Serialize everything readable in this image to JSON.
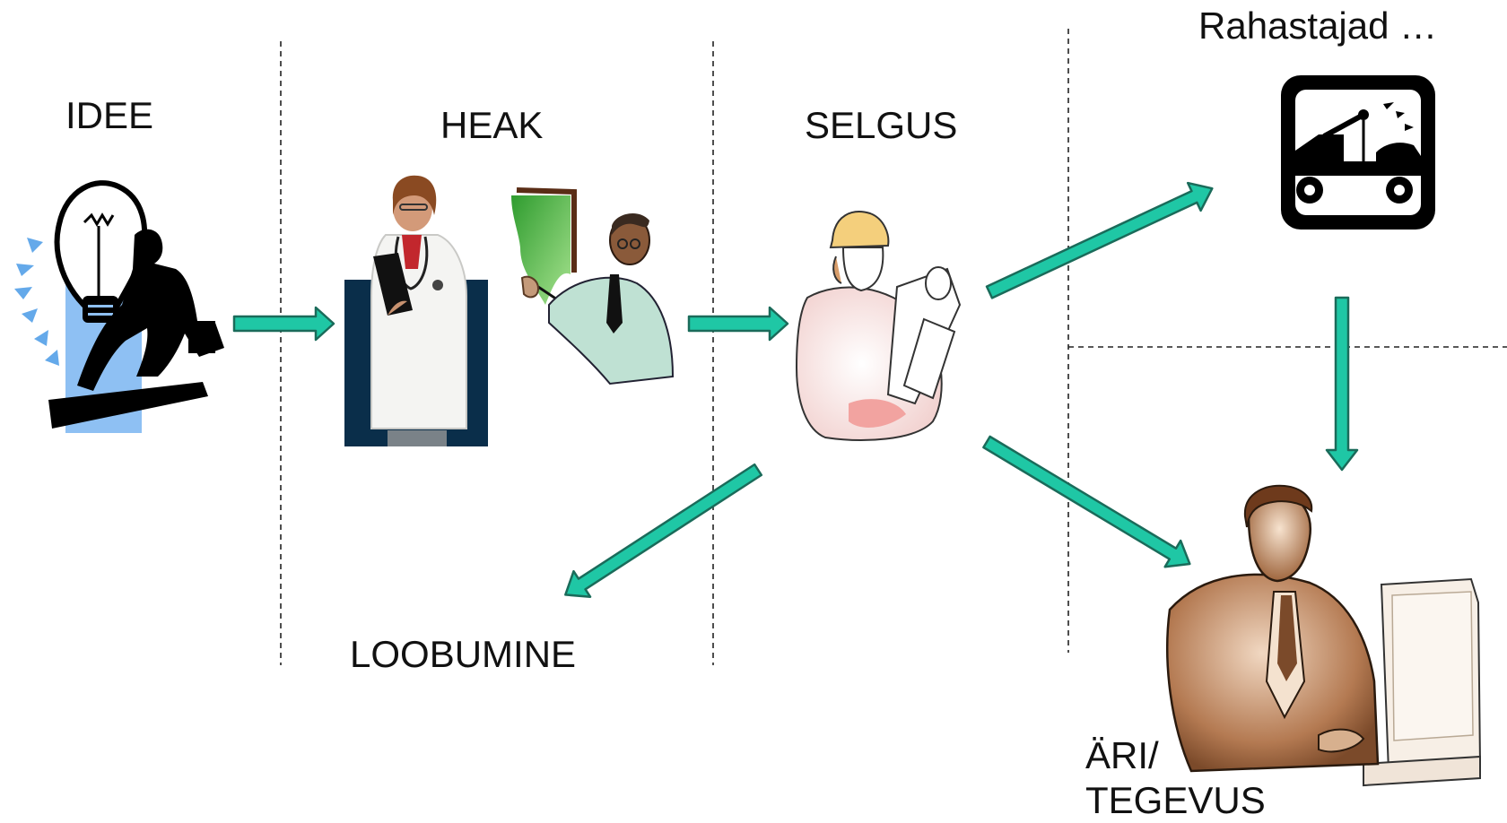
{
  "stages": {
    "idee": "IDEE",
    "heak": "HEAK",
    "selgus": "SELGUS",
    "rahastajad": "Rahastajad …",
    "loobumine": "LOOBUMINE",
    "ari_line1": "ÄRI/",
    "ari_line2": "TEGEVUS"
  },
  "colors": {
    "arrow_fill": "#1fc7a5",
    "arrow_stroke": "#1a6b5a",
    "divider": "#222222"
  },
  "icons": {
    "idee": "lightbulb-businessman-icon",
    "heak_doctor": "doctor-with-clipboard-icon",
    "heak_presenter": "presenter-at-board-icon",
    "selgus": "engineer-with-blueprints-icon",
    "rahastajad": "tow-truck-sign-icon",
    "ari": "man-at-computer-icon"
  }
}
